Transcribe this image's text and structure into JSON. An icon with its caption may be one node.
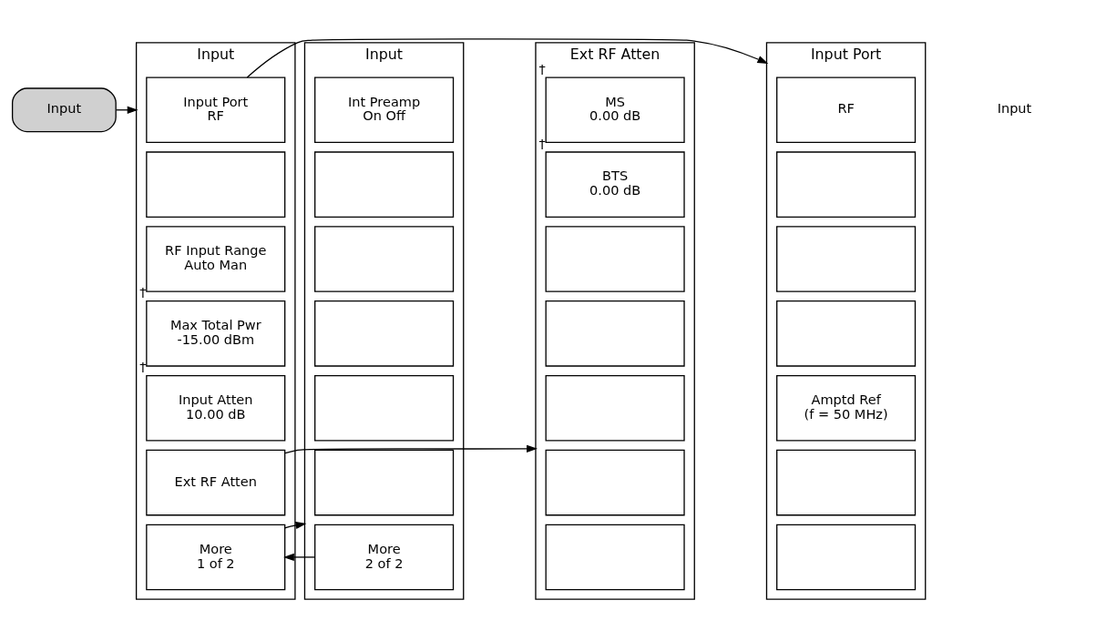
{
  "diagram": {
    "nodes": [
      {
        "text": [
          "Input"
        ]
      },
      {
        "text": [
          "Input"
        ]
      },
      {
        "text": [
          "Input Port",
          "RF"
        ],
        "in": 1
      },
      {
        "text": [],
        "shape": "box",
        "in": 1
      },
      {
        "text": [
          "RF Input Range",
          "Auto Man"
        ],
        "in": 1
      },
      {
        "text": [
          "Max Total Pwr",
          "-15.00 dBm"
        ],
        "in": 1,
        "beside": [
          "†"
        ]
      },
      {
        "text": [
          "Input Atten",
          "10.00 dB"
        ],
        "in": 1,
        "beside": [
          "†"
        ]
      },
      {
        "text": [
          "Ext RF Atten"
        ],
        "in": 1
      },
      {
        "text": [
          "More",
          "1 of 2"
        ],
        "in": 1
      },
      {
        "text": [
          "Input"
        ]
      },
      {
        "text": [
          "Int Preamp",
          "On Off"
        ],
        "in": 9
      },
      {
        "text": [],
        "shape": "box",
        "in": 9
      },
      {
        "text": [],
        "shape": "box",
        "in": 9
      },
      {
        "text": [],
        "shape": "box",
        "in": 9
      },
      {
        "text": [],
        "shape": "box",
        "in": 9
      },
      {
        "text": [],
        "shape": "box",
        "in": 9
      },
      {
        "text": [
          "More",
          "2 of 2"
        ],
        "in": 9
      },
      {
        "text": [
          "Ext RF Atten"
        ]
      },
      {
        "text": [
          "MS",
          "0.00 dB"
        ],
        "in": 17,
        "beside": [
          "†"
        ]
      },
      {
        "text": [
          "BTS",
          "0.00 dB"
        ],
        "in": 17,
        "beside": [
          "†"
        ]
      },
      {
        "text": [],
        "shape": "box",
        "in": 17
      },
      {
        "text": [],
        "shape": "box",
        "in": 17
      },
      {
        "text": [],
        "shape": "box",
        "in": 17
      },
      {
        "text": [],
        "shape": "box",
        "in": 17
      },
      {
        "text": [],
        "shape": "box",
        "in": 17
      },
      {
        "text": [
          "Input Port"
        ]
      },
      {
        "text": [
          "RF"
        ],
        "in": 25
      },
      {
        "text": [],
        "shape": "box",
        "in": 25
      },
      {
        "text": [],
        "shape": "box",
        "in": 25
      },
      {
        "text": [],
        "shape": "box",
        "in": 25
      },
      {
        "text": [
          "Amptd Ref",
          "(f = 50 MHz)"
        ],
        "in": 25
      },
      {
        "text": [],
        "shape": "box",
        "in": 25
      },
      {
        "text": [],
        "shape": "box",
        "in": 25
      }
    ],
    "edges": [
      {
        "from": 0,
        "to": 1,
        "arrow": "to"
      },
      {
        "from": 2,
        "to": 25,
        "arrow": "to"
      },
      {
        "from": 7,
        "to": 17,
        "arrow": "to"
      },
      {
        "from": 8,
        "to": 9,
        "arrow": "to"
      },
      {
        "from": 16,
        "to": 8,
        "arrow": "to"
      }
    ],
    "labels": [
      "Input"
    ]
  }
}
